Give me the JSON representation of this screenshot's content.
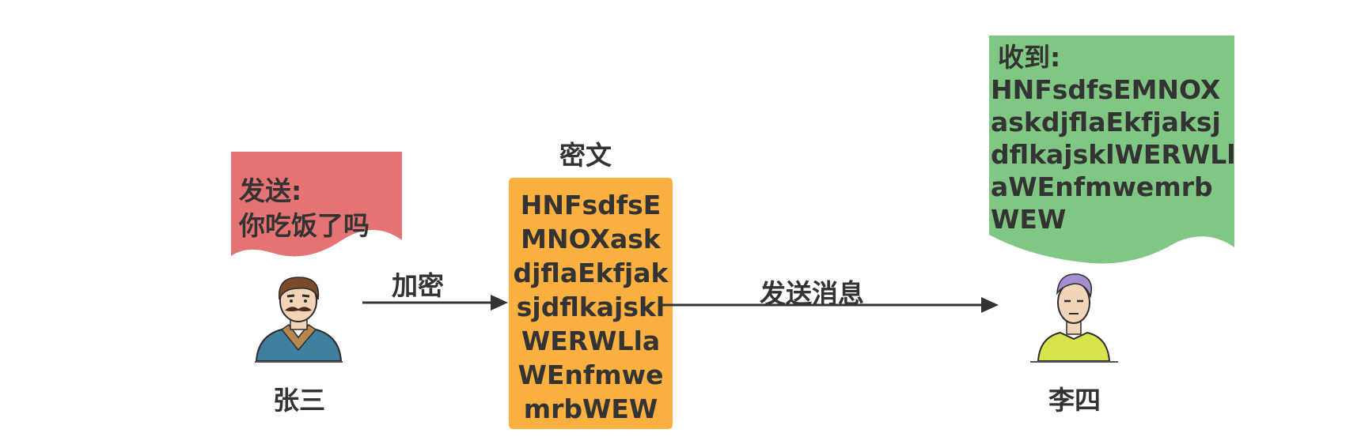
{
  "sender_note": {
    "label": "发送:",
    "message": "你吃饭了吗",
    "color": "#e57373"
  },
  "receiver_note": {
    "label": "收到:",
    "message": "HNFsdfsEMNOXaskdjflaEkfjaksjdflkajsklWERWLlaWEnfmwemrbWEW",
    "color": "#81c784"
  },
  "cipher": {
    "title": "密文",
    "lines": [
      "HNFsdfsE",
      "MNOXask",
      "djflaEkfjak",
      "sjdflkajskl",
      "WERWLla",
      "WEnfmwe",
      "mrbWEW"
    ],
    "color": "#fbb040"
  },
  "arrows": {
    "encrypt_label": "加密",
    "send_label": "发送消息"
  },
  "persons": {
    "sender_name": "张三",
    "receiver_name": "李四"
  }
}
